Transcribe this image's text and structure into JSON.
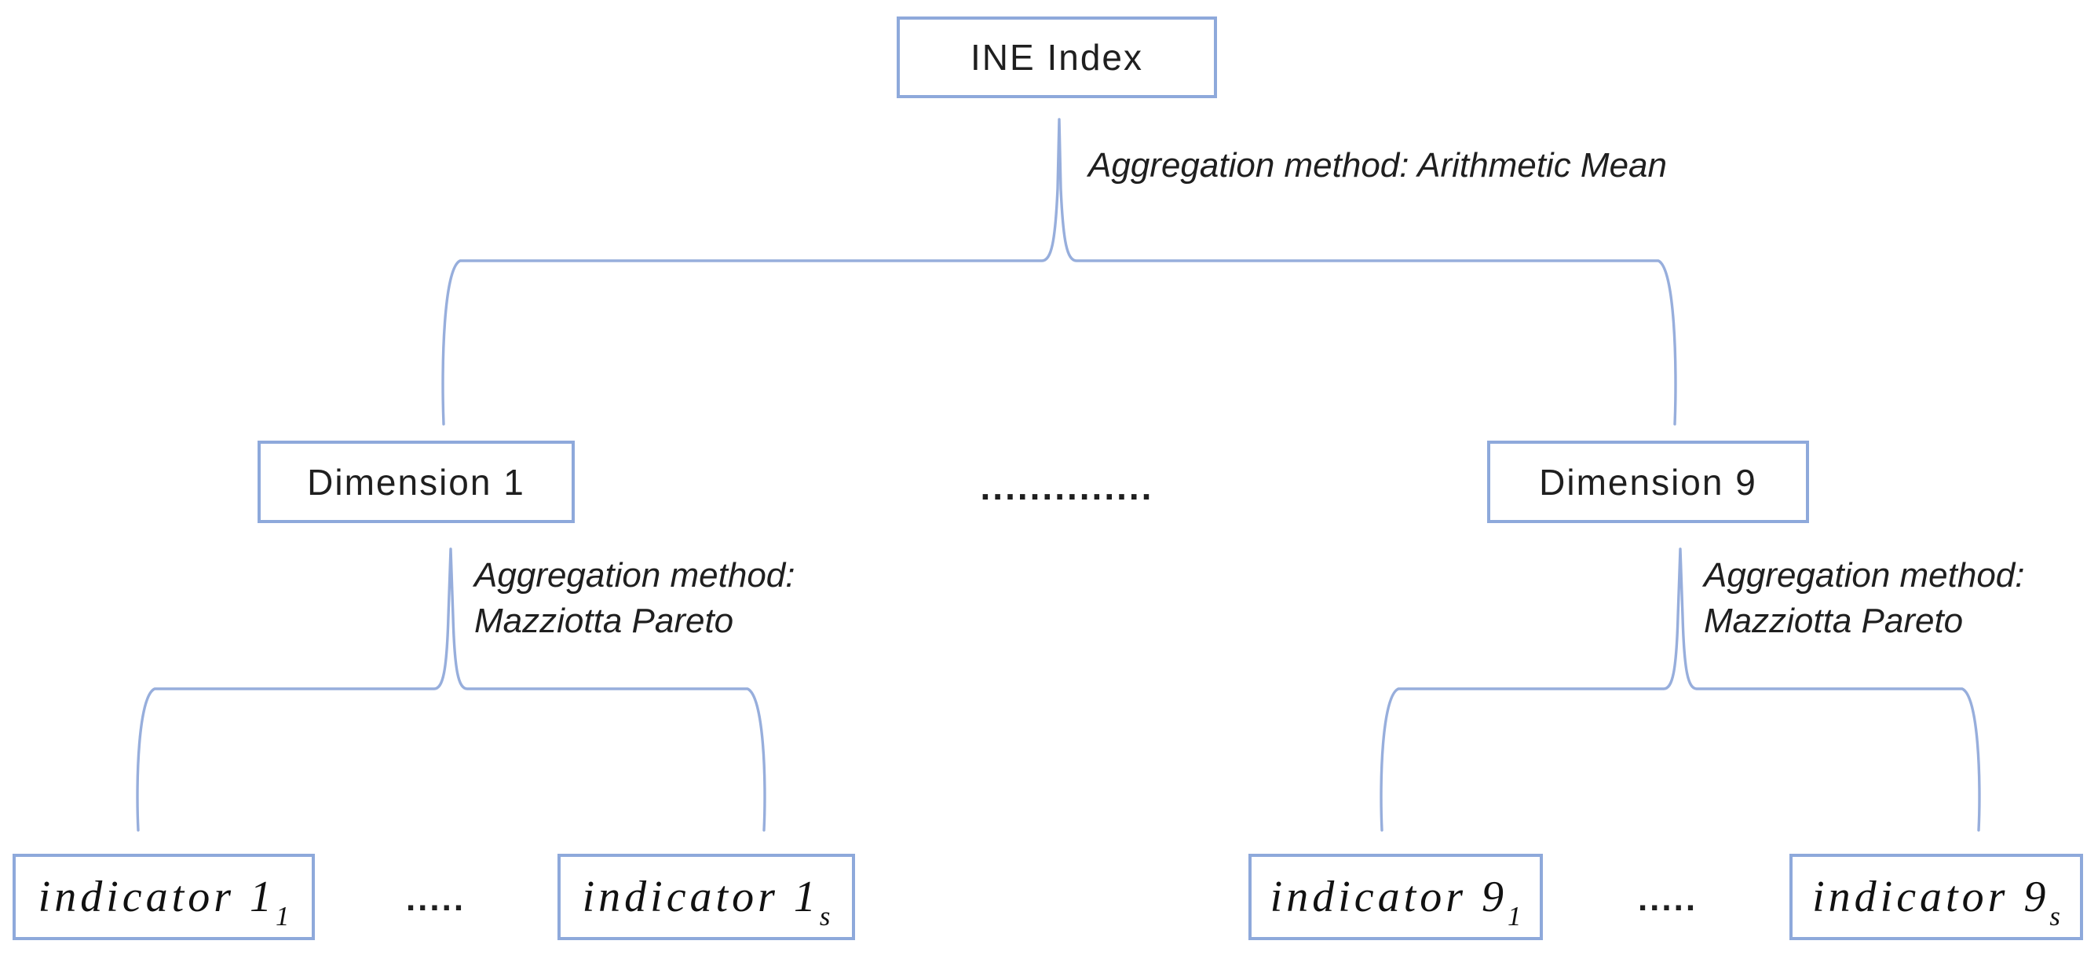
{
  "figure": {
    "root": {
      "label": "INE Index",
      "aggregation_note": "Aggregation method: Arithmetic Mean"
    },
    "dimensions_ellipsis": "..............",
    "branches": [
      {
        "id": "dimension-1",
        "label": "Dimension 1",
        "aggregation_note_line1": "Aggregation method:",
        "aggregation_note_line2": "Mazziotta Pareto",
        "first_indicator": {
          "text": "indicator 1",
          "subscript": "1"
        },
        "last_indicator": {
          "text": "indicator 1",
          "subscript": "s"
        },
        "indicators_ellipsis": "....."
      },
      {
        "id": "dimension-9",
        "label": "Dimension 9",
        "aggregation_note_line1": "Aggregation method:",
        "aggregation_note_line2": "Mazziotta Pareto",
        "first_indicator": {
          "text": "indicator 9",
          "subscript": "1"
        },
        "last_indicator": {
          "text": "indicator 9",
          "subscript": "s"
        },
        "indicators_ellipsis": "....."
      }
    ],
    "colors": {
      "box_border": "#8EA9DB",
      "connector_line": "#97AEDC",
      "text": "#1F1F1F"
    }
  }
}
